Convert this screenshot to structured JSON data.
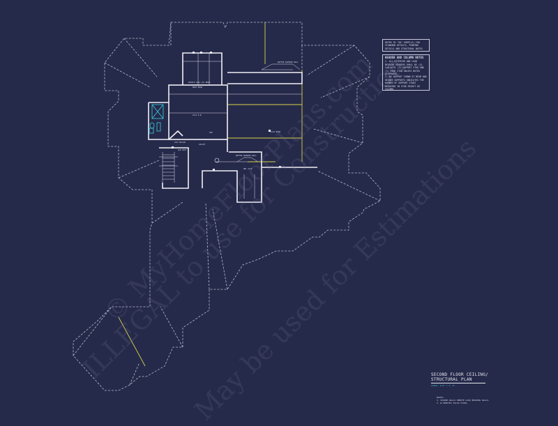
{
  "plan": {
    "labels": {
      "rafter_support_top": "RAFTER SUPPORT WALL",
      "rafter_support_mid": "RAFTER SUPPORT WALL",
      "roof_beam": "ROOF BEAM",
      "beam_upper": "TRIPLE 2x12 LVL BEAM",
      "beam_center": "2x12 R.B.",
      "hip": "HIP",
      "valley": "VALLEY",
      "beam_right": "2x12 BEAM",
      "collar": "2x6 COLLAR",
      "beam_lower": "DBL 2x10",
      "post": "4x6 POST"
    }
  },
  "notes_box_1": {
    "lines": [
      "REFER TO \"SD\" SHEET(S) FOR",
      "STANDARD DETAILS, FRAMING",
      "DETAILS AND STRUCTURAL NOTES"
    ]
  },
  "notes_box_2": {
    "title": "HEADER AND COLUMN NOTES",
    "lines": [
      "1. ALL EXTERIOR AND LOAD",
      "BEARING HEADERS SHALL BE (4)",
      "2x8 WITH (1) SUPPORT STUD AND",
      "(1) KING STUD UNLESS NOTED",
      "OTHERWISE.",
      "",
      "2. NO SUPPORT SHOWN AT BEAM AND",
      "HEADER SUPPORTS INDICATES THE",
      "NUMBER OF SUPPORT STUDS",
      "REQUIRED IN STUD POCKET OR",
      "COLUMN."
    ]
  },
  "title_block": {
    "title_line_1": "SECOND FLOOR CEILING/",
    "title_line_2": "STRUCTURAL PLAN",
    "scale": "SCALE: 1/4\" = 1'-0\""
  },
  "general_notes": {
    "title": "NOTES:",
    "lines": [
      "1. SHADED WALLS DENOTE LOAD BEARING WALLS.",
      "2. ⊠ DENOTES SOLID STUDS."
    ]
  },
  "watermarks": {
    "line_1": "© MyHomeFloorPlans.com",
    "line_2": "ILLEGAL to use for Construction",
    "line_3": "May be used for Estimations"
  },
  "colors": {
    "background": "#262a4a",
    "dashed_roof": "#b9bbcf",
    "walls": "#f0f0f6",
    "yellow_lines": "#d7d24a",
    "cyan_fixtures": "#3ad1e0"
  }
}
